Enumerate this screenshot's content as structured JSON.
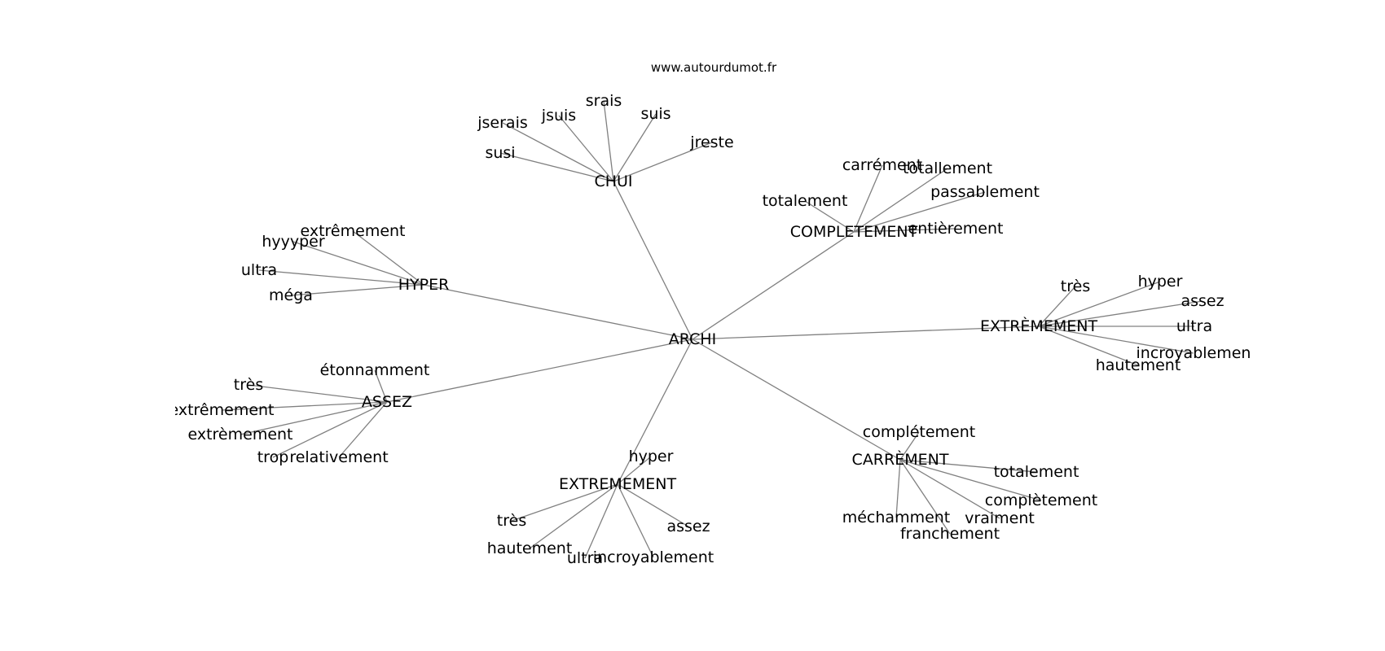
{
  "watermark": "www.autourdumot.fr",
  "center": "ARCHI",
  "groups": [
    {
      "hub": "CHUI",
      "leaves": [
        "jserais",
        "jsuis",
        "srais",
        "suis",
        "jreste",
        "susi"
      ]
    },
    {
      "hub": "COMPLETEMENT",
      "leaves": [
        "carrément",
        "totallement",
        "passablement",
        "totalement",
        "entièrement"
      ]
    },
    {
      "hub": "HYPER",
      "leaves": [
        "extrêmement",
        "hyyyper",
        "ultra",
        "méga"
      ]
    },
    {
      "hub": "EXTRÈMEMENT",
      "leaves": [
        "très",
        "hyper",
        "assez",
        "ultra",
        "incroyablemen",
        "hautement"
      ]
    },
    {
      "hub": "ASSEZ",
      "leaves": [
        "étonnamment",
        "très",
        "extrêmement",
        "extrèmement",
        "trop",
        "relativement"
      ]
    },
    {
      "hub": "EXTREMEMENT",
      "leaves": [
        "hyper",
        "très",
        "hautement",
        "ultra",
        "incroyablement",
        "assez"
      ]
    },
    {
      "hub": "CARRÈMENT",
      "leaves": [
        "complétement",
        "totalement",
        "complètement",
        "méchamment",
        "vraiment",
        "franchement"
      ]
    }
  ]
}
